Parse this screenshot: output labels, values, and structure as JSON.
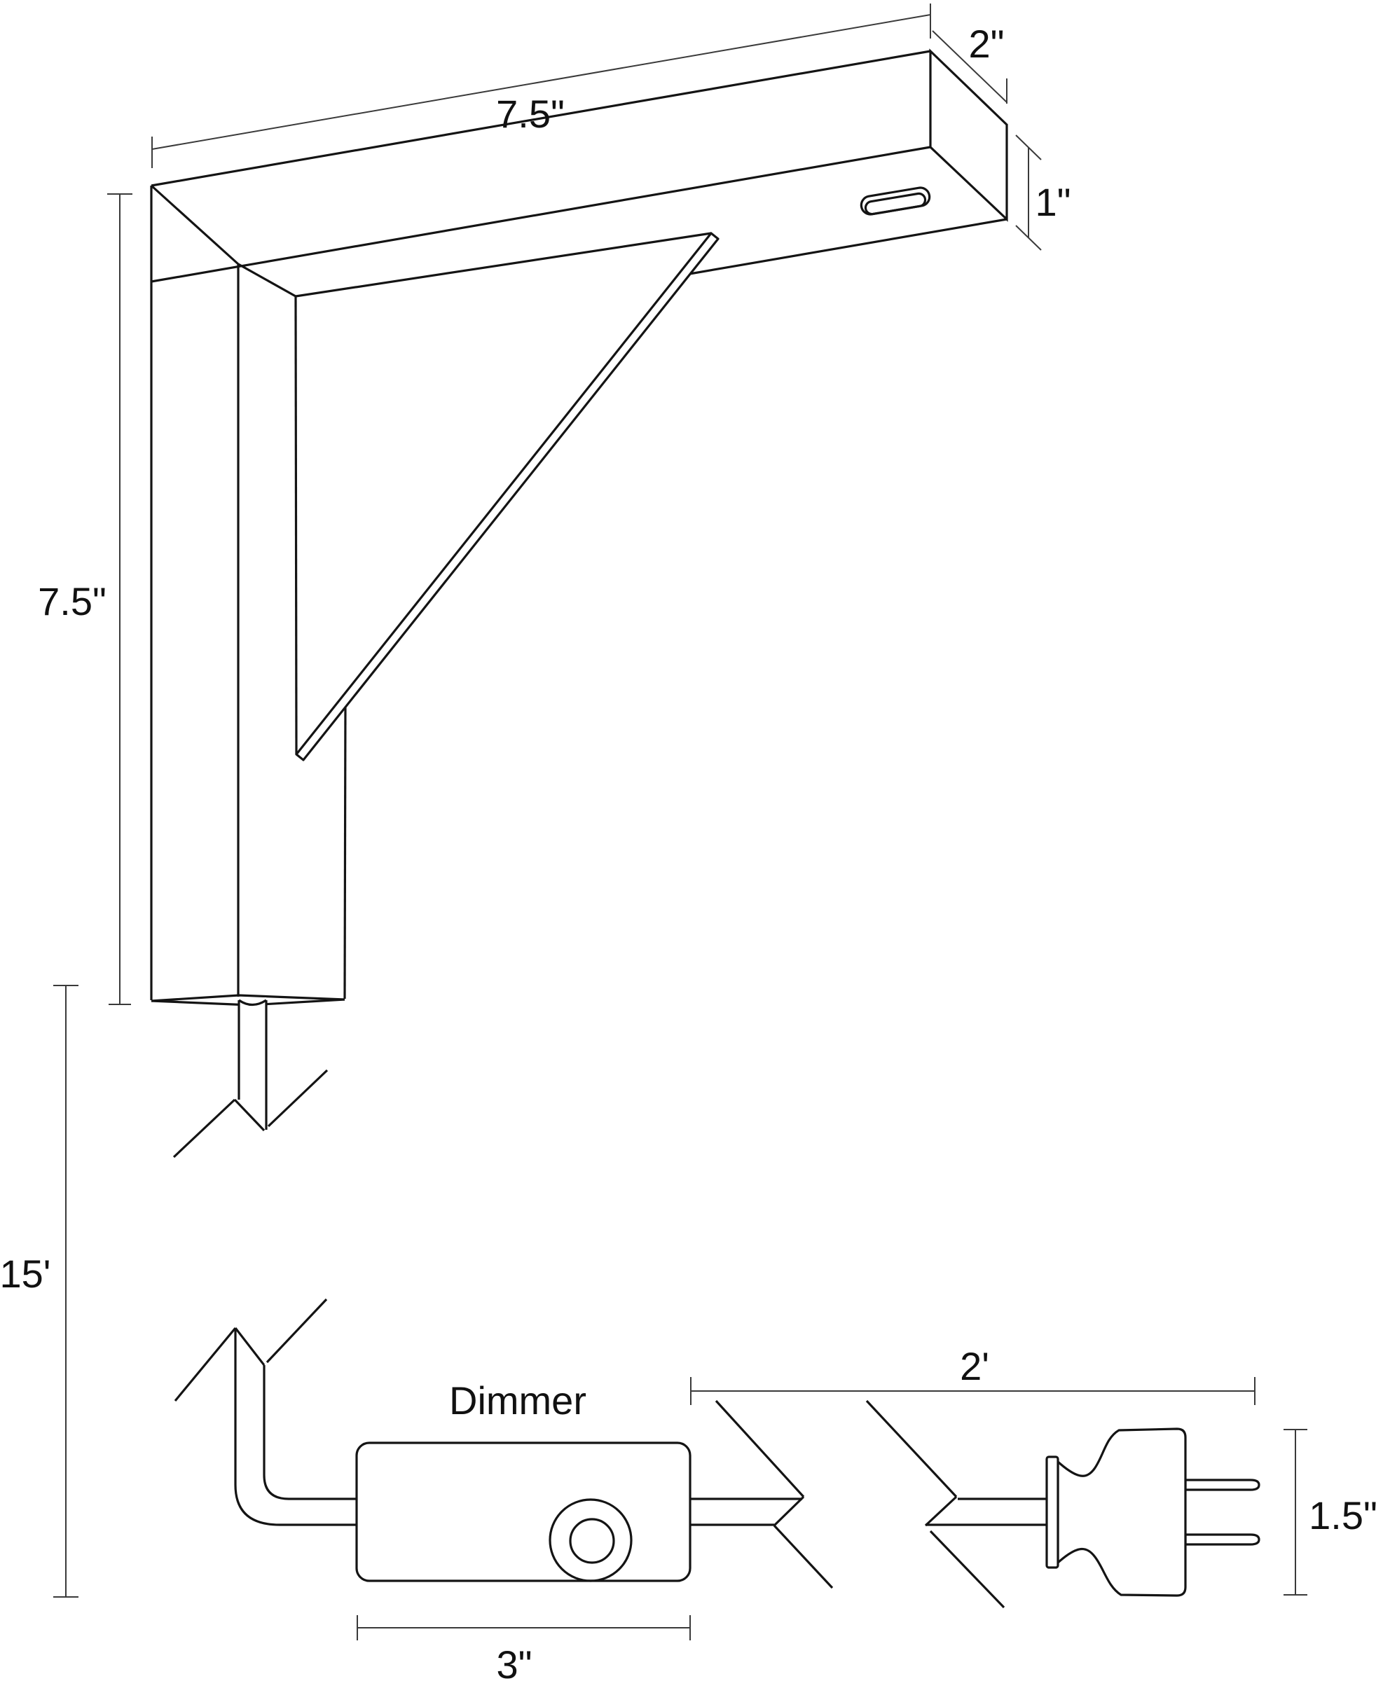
{
  "diagram": {
    "type": "technical-dimension-drawing",
    "subject": "Wall-mounted bracket light with in-line dimmer and two-prong plug",
    "background": "#ffffff",
    "line_color": "#141414",
    "dimension_line_color": "#3a3a3a",
    "labels": {
      "arm_length": "7.5\"",
      "arm_depth": "2\"",
      "arm_height": "1\"",
      "plate_height": "7.5\"",
      "cord_length": "15'",
      "dimmer_name": "Dimmer",
      "dimmer_width": "3\"",
      "cord_to_plug": "2'",
      "plug_height": "1.5\""
    },
    "parts": [
      "bracket horizontal arm",
      "wall plate",
      "triangular support gusset",
      "oval mounting slot",
      "power cord with break symbols",
      "dimmer box with knob",
      "two-prong plug"
    ]
  }
}
